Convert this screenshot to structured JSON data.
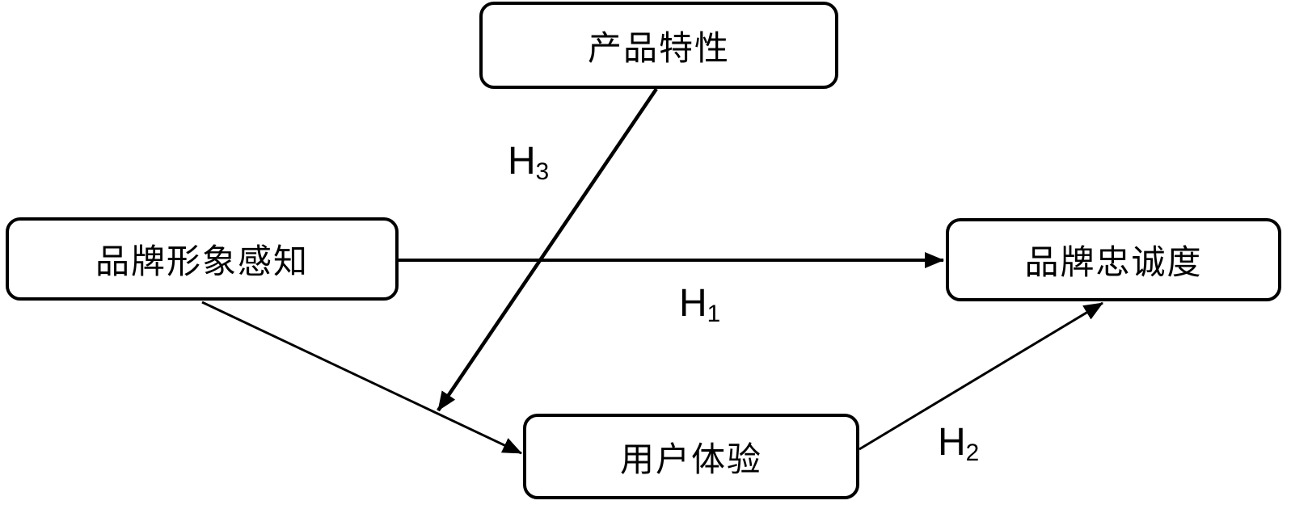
{
  "figure": {
    "type": "hypothesis-model-diagram",
    "background_color": "#ffffff",
    "line_color": "#000000",
    "nodes": [
      {
        "id": "product-features",
        "label": "产品特性"
      },
      {
        "id": "brand-image-perception",
        "label": "品牌形象感知"
      },
      {
        "id": "brand-loyalty",
        "label": "品牌忠诚度"
      },
      {
        "id": "user-experience",
        "label": "用户体验"
      }
    ],
    "hypotheses": [
      {
        "id": "H1",
        "label_main": "H",
        "label_sub": "1",
        "from": "品牌形象感知",
        "to": "品牌忠诚度"
      },
      {
        "id": "H2",
        "label_main": "H",
        "label_sub": "2",
        "from": "用户体验",
        "to": "品牌忠诚度"
      },
      {
        "id": "H3",
        "label_main": "H",
        "label_sub": "3",
        "from": "产品特性",
        "to": "品牌形象感知 → 用户体验"
      }
    ],
    "edges": [
      {
        "id": "path-h1",
        "description": "品牌形象感知 → 品牌忠诚度"
      },
      {
        "id": "path-mediation",
        "description": "品牌形象感知 → 用户体验"
      },
      {
        "id": "path-h2",
        "description": "用户体验 → 品牌忠诚度"
      },
      {
        "id": "path-h3",
        "description": "产品特性 → (品牌形象感知 → 用户体验)"
      }
    ]
  }
}
